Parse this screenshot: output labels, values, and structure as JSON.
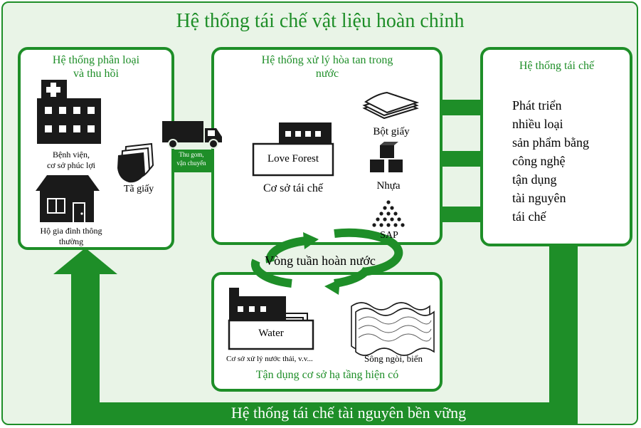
{
  "title": "Hệ thống tái chế vật liệu hoàn chỉnh",
  "bottom_label": "Hệ thống tái chế tài nguyên bền vững",
  "colors": {
    "green": "#1e8e28",
    "light_green_bg": "#e9f4e7",
    "dark": "#1a1a1a"
  },
  "collection": {
    "title_line1": "Hệ thống phân loại",
    "title_line2": "và thu hồi",
    "hospital_line1": "Bệnh viện,",
    "hospital_line2": "cơ sở phúc lợi",
    "household_line1": "Hộ gia đình thông",
    "household_line2": "thường",
    "diaper": "Tã giấy",
    "transport_line1": "Thu gom,",
    "transport_line2": "vận chuyển"
  },
  "processing": {
    "title_line1": "Hệ thống xử lý hòa tan trong",
    "title_line2": "nước",
    "facility_name": "Love Forest",
    "facility_label": "Cơ sở tái chế",
    "pulp": "Bột giấy",
    "plastic": "Nhựa",
    "sap": "SAP"
  },
  "recycle": {
    "title": "Hệ thống tái chế",
    "lines": [
      "Phát triển",
      "nhiều loại",
      "sản phẩm bằng",
      "công nghệ",
      "tận dụng",
      "tài nguyên",
      "tái chế"
    ]
  },
  "water_cycle": "Vòng tuần hoàn nước",
  "infrastructure": {
    "water": "Water",
    "treatment": "Cơ sở xử lý nước thải, v.v...",
    "river": "Sông ngòi, biển",
    "label": "Tận dụng cơ sở hạ tầng hiện có"
  }
}
